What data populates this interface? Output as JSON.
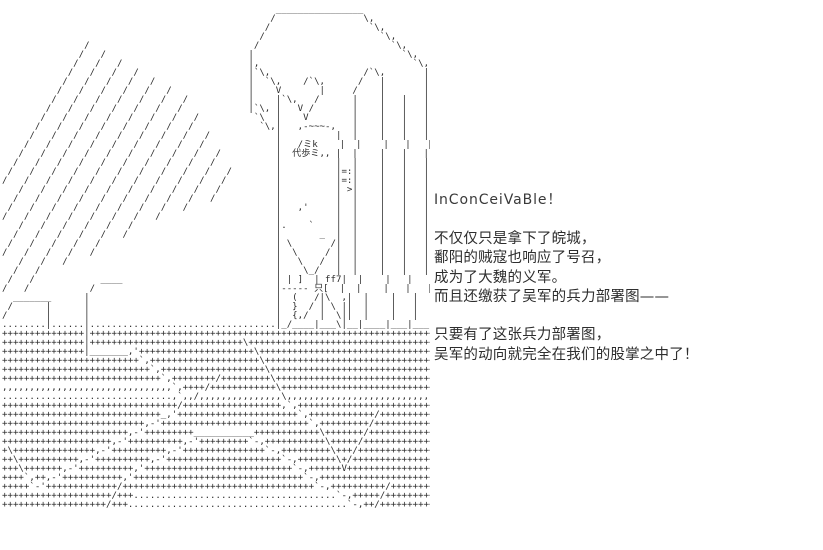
{
  "panel": {
    "kind": "ascii-art-visual-novel-panel",
    "background_color": "#ffffff",
    "ink_color": "#2b2b2b",
    "text_color": "#2e2e2e"
  },
  "artwork": {
    "caption_label": "代歩",
    "inline_labels": [
      "代歩",
      "ff7",
      "只"
    ],
    "ascii": "                                                  ________________\n                                                 /                \\,\n                                                /                  `\\,\n                                               /                     `\\,\n               /                              /                        `\\,\n              /   /                          |                           `\\,\n             /   /   /                       |,                            `\\,\n            /   /   /   /                    |`\\,                 /`\\,       |\n           /   /   /   /   /                 |  `\\,    /`\\,      /   |       | |\n          /   /   /   /   /   /              |    V       |     /    |       | |\n         /   /   /   /   /   /   /           |    |`\\,   /      |    |   |   | |\n        /   /   /   /   /   /   /            |`\\, |   V /       |    |   |   | |\n       /   /   /   /   /   /   /   /          `\\  |    V        |    |   |   | |\n      /   /   /   /   /   /   /   /            `\\,|   ,-~~~-,   |    |   |   | |\n     /   /   /   /   /   /   /   /   /            |          |  |    |   |   | |\n    /   /   /   /   /   /   /   /   /             |   /ミk    |  |    |   |   | |\n   /   /   /   /   /   /   /   /   /   /          |  代歩ミ,, |  |    |   |   | |\n  /   /   /   /   /   /   /   /   /   /           |          |  |    |   |   | |\n /   /   /   /   /   /   /   /   /   /   /        |          |=:|    |   |   | |\n/   /   /   /   /   /   /   /   /   /   /         |          |=:|    |   |   | |\n   /   /   /   /   /   /   /   /   /   /          |          | >|    |   |   | |\n  /   /   /   /   /   /   /   /   /   /           |          |  |    |   |   | |\n /   /   /   /   /   /   /   /   /                |   ,'     |  |    |   |   | |\n/   /   /   /   /   /   /   /                     |          |  |    |   |   | |\n   /   /   /   /   /   /                          |.    `    |  |    |   |   | |\n  /   /   /   /   /   /                           |       _  |  |    |   |   | |\n /   /   /   /   /                                | \\       /|  |    |   |   | |\n/   /   /   /   /                                 |  \\     / |  |    |   |   | |\n   /   /   /                                      |   \\   /  |  |    |   |   | |\n  /   /                                           |    \\_/   |  |    |   |   | |\n /   /            ____                            | | ]  | ff7|  |    |   |   | |\n/   /           /                                 |----- 只[  |  |    |   |   | |\n  _______      |                                  |  (   /|\\  ,|  |    |   |   | |\n /      |      |                                  |  }  / | \\ ||  |    |   |   | |\n/       |      |                                  |  {,/  |  \\||  |    |   |   | |\n........|......|..................................|_/____|___\\|__|____|___|___|_|\n+++++++++++++++|++++++++++++++++++++++++++++++++++++++++++++++++++++++++++++++++\n+++++++++++++++|++++++++++++++++++++++++++++\\+++++++++++++++++++++++++++++++++++\n+++++++++++++++|_______,'+++++++++++++++++++++\\+++++++++++++++++++++++++++++++++\n+++++++++++++++++++++++++`,++++++++++++++++++++\\++++++++++++++++++++++++++++++++\n+++++++++++++++++++++++++++`,+++++++++++++++++++\\+++++++++++++++++++++++++++++++\n+++++++++++++++++++++++++++++`,++++++++/+++++++++\\++++++++++++++++++++++++++++++\n,,,,,,,,,,,,,,,,,,,,,,,,,,,,,,,`,++++/++++++++++++\\+++++++++++++++++++++++++++++\n...............................,`,,/,,,,,,,,,,,,,,,\\,,,,,,,,,,,,,,,,,,,,,,,,,,,,\n++++++++++++++++++++++++++++++++/++++++++++++++++++,`,++++++++++++++++++++++++++\n+++++++++++++++++++++++++++++_,'++++++++++++++++++++++`,++++++++++++/+++++++++++\n++++++++++++++++++++++++++,-'+++++++++++++++++++++++++++`,+++++++++/++++++++++++\n+++++++++++++++++++++++,-'+++++++++___________++++++++++++\\+++++++/+++++++++++++\n++++++++++++++++++++,-'++++++++++,-'+++++++++`-,+++++++++++\\+++++/++++++++++++++\n+\\+++++++++++++++,-'++++++++++,-'+++++++++++++++`-,+++++++++\\+++/+++++++++++++++\n++\\+++++++++++,-'++++++++++,-'+++++++++++++++++++++`-,+++++++\\+/++++++++++++++++\n+++\\+++++++,-'++++++++++,'+++++++++++++++++++++++++++`-,++++++V+++++++++++++++++\n++++`,++,-'+++++++++++,'+++++++++++++++++++++++++++++++`-,+++++++++++++++++++++\n+++++`-'+++++++++++++/+++++++++++++++++++++++++++++++++++`-,++++++++++/++++++++\n++++++++++++++++++++/+++.....................................`-,+++++/+++++++++\n+++++++++++++++++++/+++........................................`-,++/++++++++++"
  },
  "dialogue": {
    "shout": "InConCeiVaBle！",
    "paragraph_one": [
      "不仅仅只是拿下了皖城，",
      "鄱阳的贼寇也响应了号召，",
      "成为了大魏的义军。",
      "而且还缴获了吴军的兵力部署图——"
    ],
    "paragraph_two": [
      "只要有了这张兵力部署图，",
      "吴军的动向就完全在我们的股掌之中了！"
    ]
  }
}
